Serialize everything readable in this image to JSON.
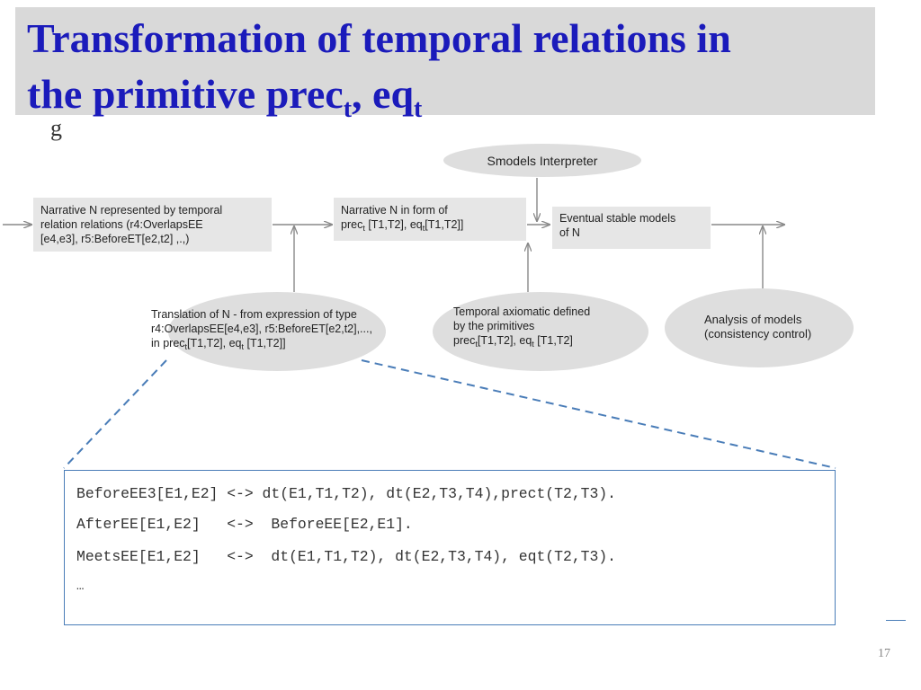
{
  "slide": {
    "title_line1": "Transformation of temporal relations in",
    "title_line2_main": "the primitive prec",
    "title_sub1": "t",
    "title_sep": ", eq",
    "title_sub2": "t",
    "stray_glyph": "g",
    "page_number": "17"
  },
  "diagram": {
    "smodels": "Smodels Interpreter",
    "narrative_n": [
      "Narrative N represented by temporal",
      "relation relations  (r4:OverlapsEE",
      "[e4,e3], r5:BeforeET[e2,t2] ,.,)"
    ],
    "narrative_form": {
      "line1": "Narrative N in form of",
      "a": "prec",
      "a_sub": "t",
      "b": " [T1,T2], eq",
      "b_sub": "t",
      "c": "[T1,T2]]"
    },
    "stable_models": [
      "Eventual stable models",
      "of  N"
    ],
    "translation": {
      "line1": "Translation of N - from expression of type",
      "line2": "r4:OverlapsEE[e4,e3], r5:BeforeET[e2,t2],...,",
      "a": "in prec",
      "a_sub": "t",
      "b": "[T1,T2], eq",
      "b_sub": "t",
      "c": " [T1,T2]]"
    },
    "axiomatic": {
      "line1": "Temporal axiomatic defined",
      "line2": "by the primitives",
      "a": "prec",
      "a_sub": "t",
      "b": "[T1,T2], eq",
      "b_sub": "t",
      "c": " [T1,T2]"
    },
    "analysis": [
      "Analysis of models",
      "(consistency control)"
    ]
  },
  "code": [
    "BeforeEE3[E1,E2] <-> dt(E1,T1,T2), dt(E2,T3,T4),prect(T2,T3).",
    "AfterEE[E1,E2]   <->  BeforeEE[E2,E1].",
    "MeetsEE[E1,E2]   <->  dt(E1,T1,T2), dt(E2,T3,T4), eqt(T2,T3).",
    "…"
  ],
  "colors": {
    "title": "#1b1bbb",
    "title_band": "#d9d9d9",
    "node_fill": "#e6e6e6",
    "arrow": "#888888",
    "dash_border": "#4a7db8"
  }
}
